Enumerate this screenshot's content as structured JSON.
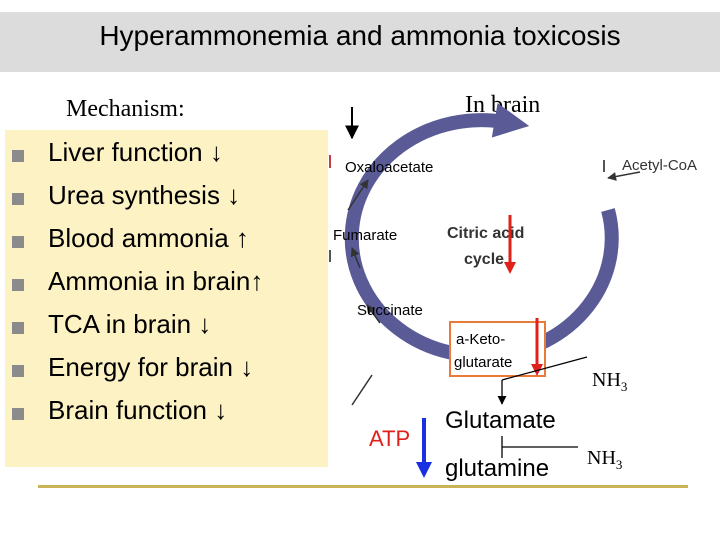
{
  "title": "Hyperammonemia and ammonia toxicosis",
  "mechanism_label": "Mechanism:",
  "bullets": [
    "Liver function ↓",
    "Urea synthesis ↓",
    "Blood ammonia ↑",
    "Ammonia in brain↑",
    "TCA in brain ↓",
    "Energy for brain ↓",
    "Brain function ↓"
  ],
  "in_brain_label": "In brain",
  "cycle": {
    "oxaloacetate": "Oxaloacetate",
    "acetyl_coa": "Acetyl-CoA",
    "fumarate": "Fumarate",
    "center_line1": "Citric acid",
    "center_line2": "cycle",
    "succinate": "Succinate",
    "aketo_line1": "a-Keto-",
    "aketo_line2": "glutarate"
  },
  "nh3_1": "NH",
  "nh3_1_sub": "3",
  "glutamate": "Glutamate",
  "atp": "ATP",
  "glutamine": "glutamine",
  "nh3_2": "NH",
  "nh3_2_sub": "3",
  "colors": {
    "cycle_ring": "#5a5a96",
    "red_arrow": "#e0201a",
    "blue_arrow": "#1a2fe0",
    "atp_text": "#e0201a",
    "mechanism_box": "#fdf2c3",
    "title_bar": "#dcdcdc",
    "aketo_box_border": "#e87a3a"
  }
}
